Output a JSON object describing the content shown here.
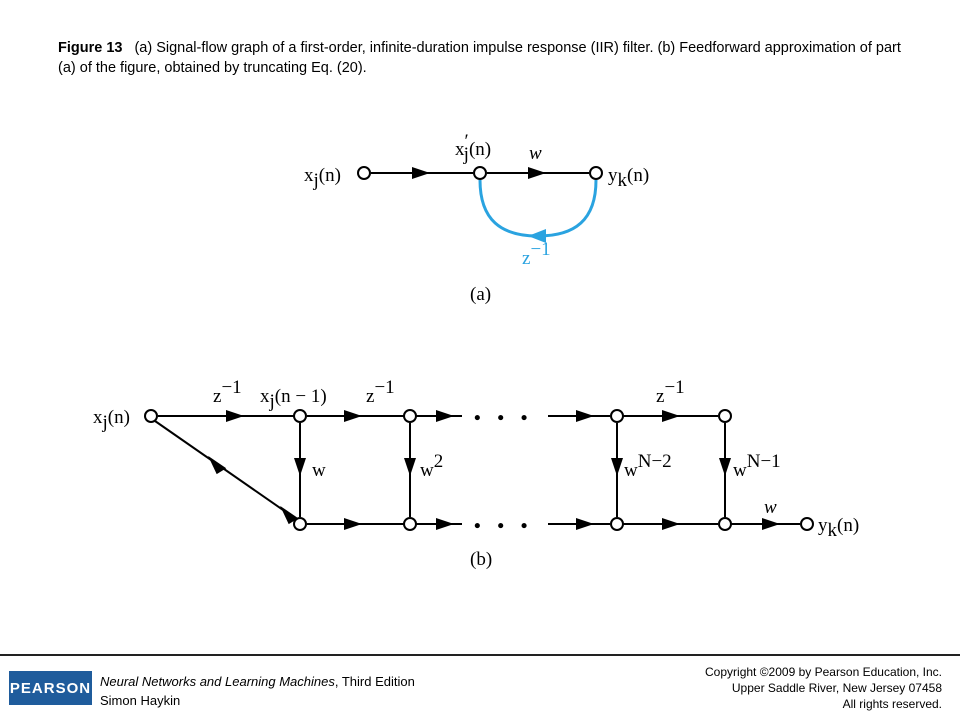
{
  "caption": {
    "label": "Figure 13",
    "text": "(a) Signal-flow graph of a first-order, infinite-duration impulse response (IIR) filter. (b) Feedforward approximation of part (a) of the figure, obtained by truncating Eq. (20)."
  },
  "diagram_a": {
    "input": {
      "base": "x",
      "sub": "j",
      "rest": "(n)"
    },
    "mid": {
      "base": "x",
      "prime": "′",
      "sub": "j",
      "rest": "(n)"
    },
    "weight": "w",
    "output": {
      "base": "y",
      "sub": "k",
      "rest": "(n)"
    },
    "feedback": {
      "base": "z",
      "sup": "−1"
    },
    "feedback_color": "#2aa3e0",
    "part_label": "(a)"
  },
  "diagram_b": {
    "input": {
      "base": "x",
      "sub": "j",
      "rest": "(n)"
    },
    "delay1": {
      "base": "z",
      "sup": "−1"
    },
    "delayed": {
      "base": "x",
      "sub": "j",
      "rest": "(n − 1)"
    },
    "delay2": {
      "base": "z",
      "sup": "−1"
    },
    "delay3": {
      "base": "z",
      "sup": "−1"
    },
    "w1": {
      "base": "w",
      "sup": ""
    },
    "w2": {
      "base": "w",
      "sup": "2"
    },
    "wN2": {
      "base": "w",
      "sup": "N−2"
    },
    "wN1": {
      "base": "w",
      "sup": "N−1"
    },
    "out_weight": "w",
    "output": {
      "base": "y",
      "sub": "k",
      "rest": "(n)"
    },
    "ellipsis": "• • •",
    "part_label": "(b)"
  },
  "footer": {
    "logo": "PEARSON",
    "book_title": "Neural Networks and Learning Machines",
    "book_edition": ", Third Edition",
    "author": "Simon Haykin",
    "copyright_line1": "Copyright ©2009 by Pearson Education, Inc.",
    "copyright_line2": "Upper Saddle River, New Jersey 07458",
    "copyright_line3": "All rights reserved."
  }
}
